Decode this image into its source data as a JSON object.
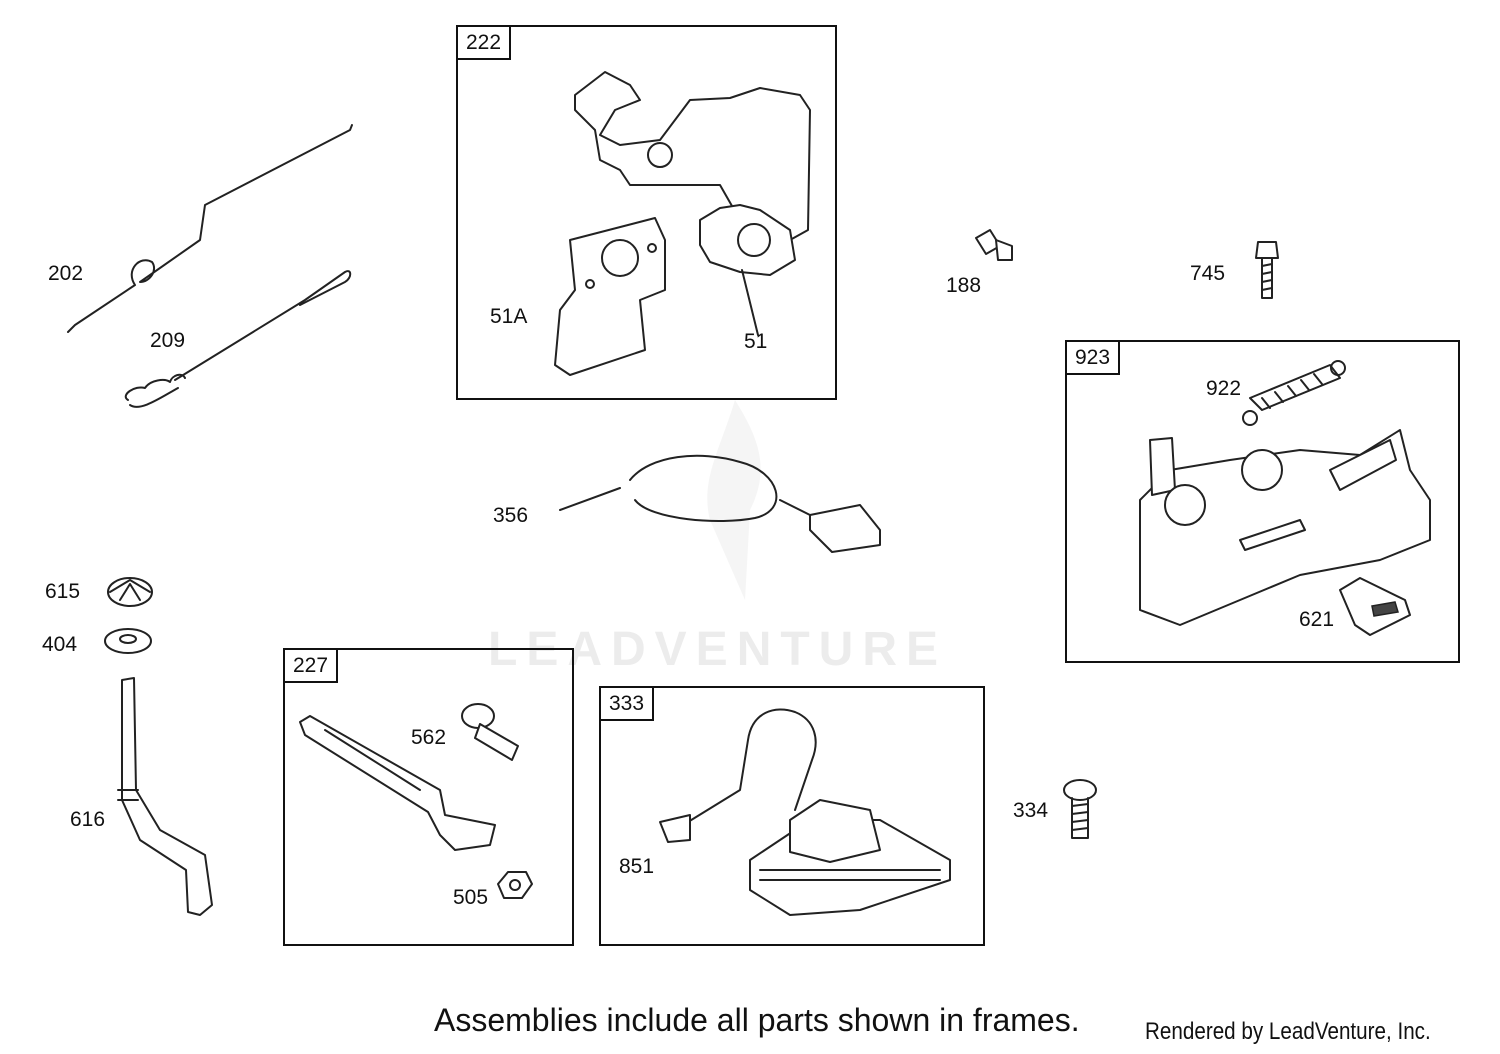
{
  "watermark": "LEADVENTURE",
  "frames": [
    {
      "tag": "222"
    },
    {
      "tag": "923"
    },
    {
      "tag": "227"
    },
    {
      "tag": "333"
    }
  ],
  "labels": {
    "p202": "202",
    "p209": "209",
    "p51a": "51A",
    "p51": "51",
    "p188": "188",
    "p745": "745",
    "p922": "922",
    "p621": "621",
    "p356": "356",
    "p615": "615",
    "p404": "404",
    "p616": "616",
    "p562": "562",
    "p505": "505",
    "p851": "851",
    "p334": "334"
  },
  "footer": {
    "note": "Assemblies include all parts shown in frames.",
    "credit": "Rendered by LeadVenture, Inc."
  }
}
